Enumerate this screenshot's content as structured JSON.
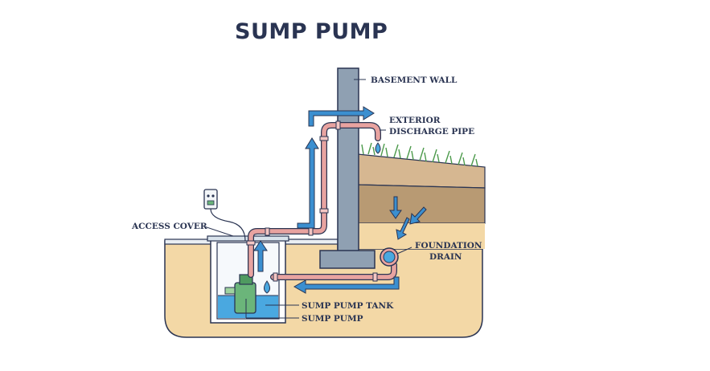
{
  "title": "SUMP PUMP",
  "labels": {
    "basement_wall": "BASEMENT WALL",
    "exterior_line1": "EXTERIOR",
    "exterior_line2": "DISCHARGE PIPE",
    "access_cover": "ACCESS COVER",
    "foundation_line1": "FOUNDATION",
    "foundation_line2": "DRAIN",
    "sump_pump_tank": "SUMP PUMP TANK",
    "sump_pump": "SUMP PUMP"
  },
  "colors": {
    "soil": "#f3d8a6",
    "soil_dark": "#b89a73",
    "soil_mid": "#d6b791",
    "wall": "#8fa0b2",
    "pipe": "#e8a3a0",
    "arrow": "#3b8fd0",
    "water": "#4aa8e0",
    "outline": "#2a3452",
    "grass": "#7cc07a"
  }
}
